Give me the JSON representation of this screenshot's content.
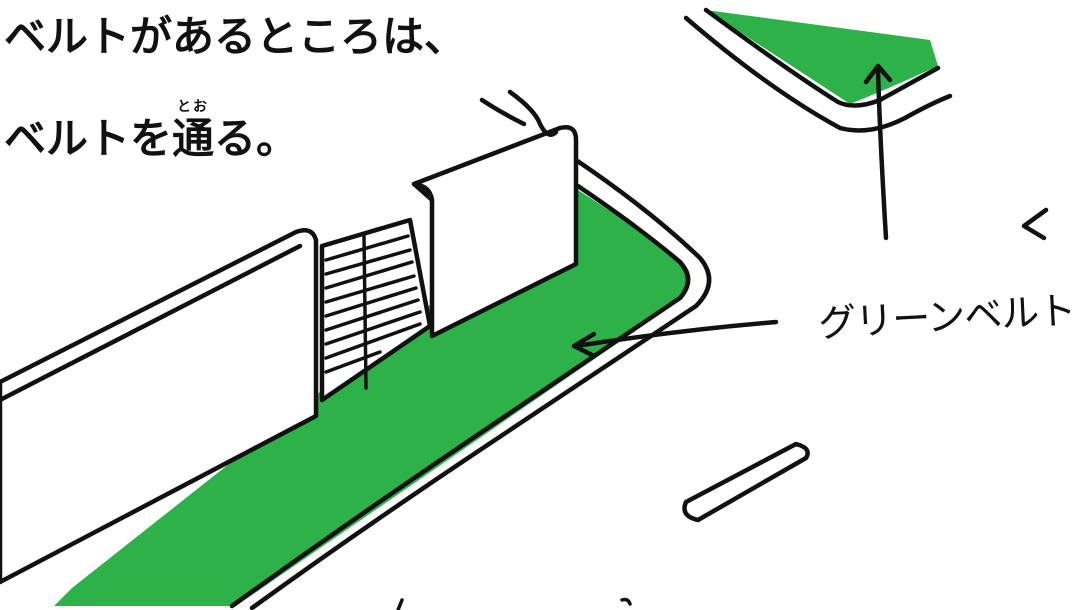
{
  "heading": {
    "line1": "ベルトがあるところは、",
    "line2_pre": "ベルトを",
    "line2_kanji": "通",
    "line2_post": "る。",
    "furigana": "とお"
  },
  "diagram": {
    "label": "グリーンベルト"
  },
  "colors": {
    "green_belt": "#2db24a",
    "ink": "#111111",
    "background": "#ffffff"
  }
}
